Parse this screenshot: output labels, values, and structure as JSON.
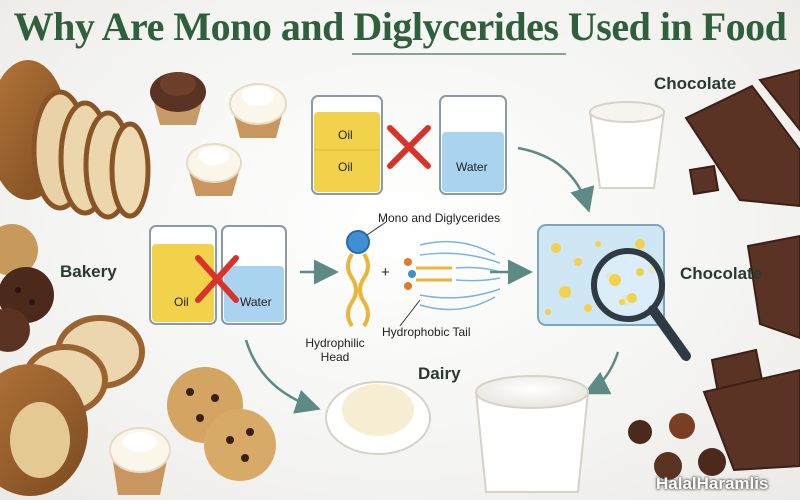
{
  "title": "Why Are Mono and Diglycerides Used in Food",
  "labels": {
    "bakery": "Bakery",
    "dairy": "Dairy",
    "chocolate_top": "Chocolate",
    "chocolate_right": "Chocolate",
    "emulsifier": "Mono and Diglycerides",
    "hydrophilic_line1": "Hydrophilic",
    "hydrophilic_line2": "Head",
    "hydrophobic": "Hydrophobic Tail",
    "plus": "+"
  },
  "beakers": {
    "top_left_layer_upper": "Oil",
    "top_left_layer_lower": "Oil",
    "top_right": "Water",
    "mid_left": "Oil",
    "mid_right": "Water"
  },
  "watermark": "HalalHaramlis",
  "colors": {
    "title": "#2f5f3c",
    "oil": "#f2d24a",
    "water": "#a9d3ee",
    "cross": "#d9322b",
    "arrow": "#5d8a84"
  },
  "icons": [
    "cross-icon",
    "magnifier-icon",
    "molecule-icon",
    "arrow-icon"
  ]
}
